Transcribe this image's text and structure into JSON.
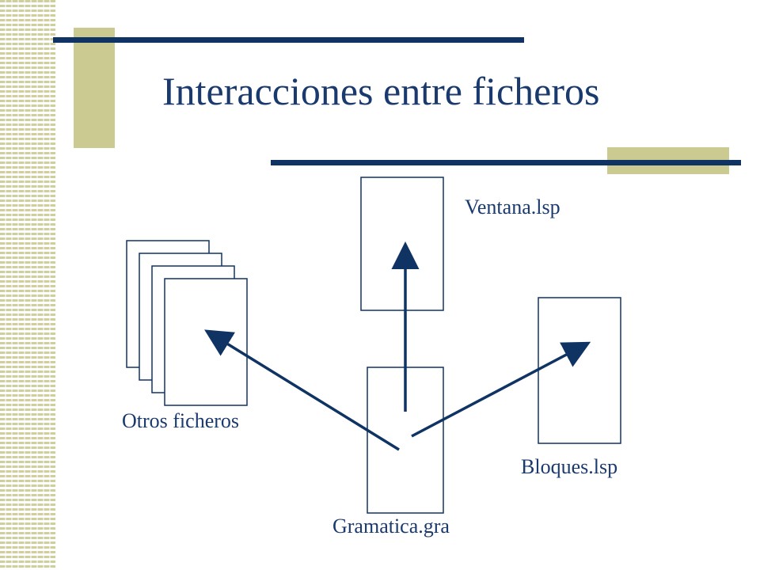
{
  "slide": {
    "title": "Interacciones entre ficheros"
  },
  "diagram": {
    "nodes": {
      "ventana": "Ventana.lsp",
      "bloques": "Bloques.lsp",
      "gramatica": "Gramatica.gra",
      "otros": "Otros ficheros"
    },
    "edges": [
      {
        "from": "gramatica",
        "to": "ventana"
      },
      {
        "from": "gramatica",
        "to": "otros"
      },
      {
        "from": "gramatica",
        "to": "bloques"
      }
    ]
  },
  "colors": {
    "title_text": "#1a3a6e",
    "rule": "#0f3464",
    "accent": "#cbcb91",
    "file_outline": "#0f3464",
    "arrow": "#0f3464"
  }
}
